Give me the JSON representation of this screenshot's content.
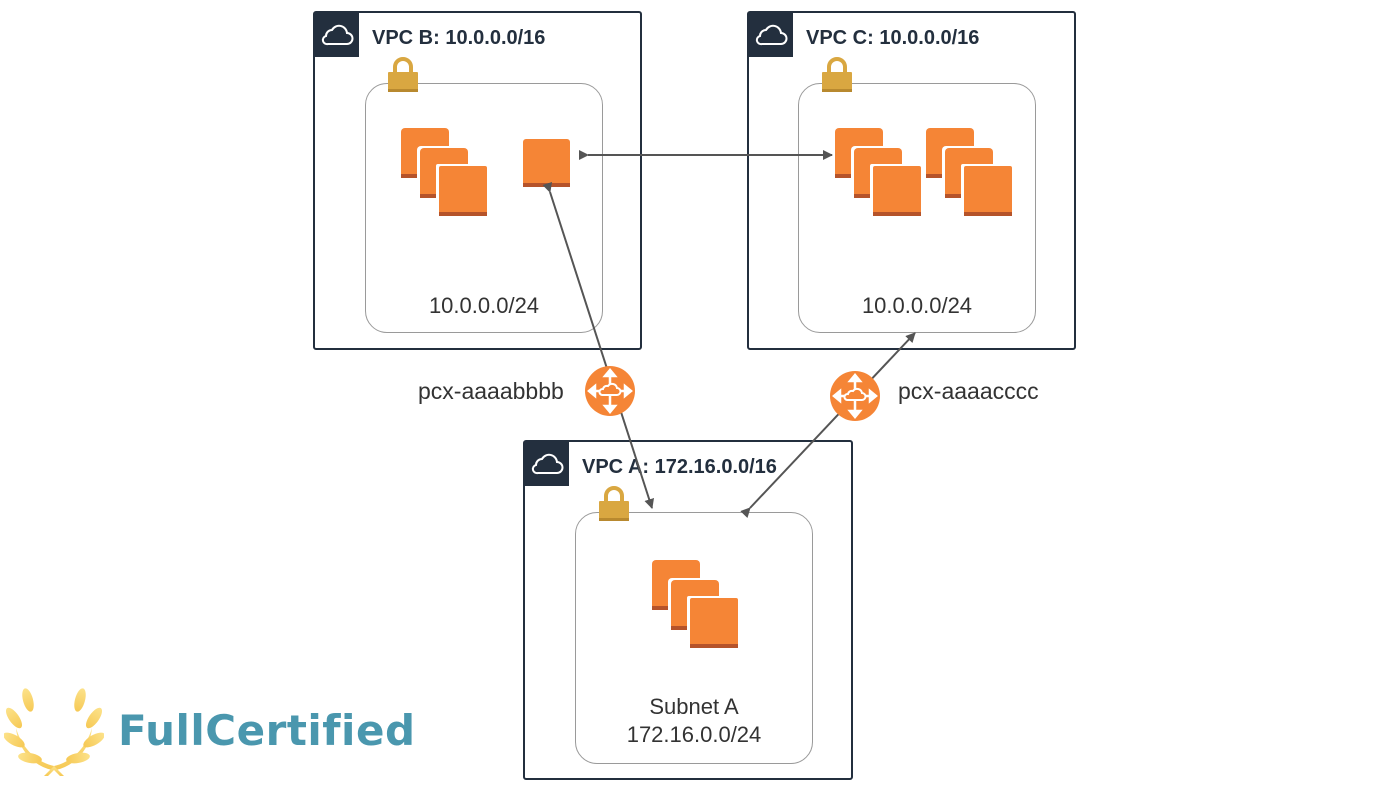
{
  "vpcs": {
    "b": {
      "title": "VPC B: 10.0.0.0/16",
      "subnet_label": "10.0.0.0/24"
    },
    "c": {
      "title": "VPC C: 10.0.0.0/16",
      "subnet_label": "10.0.0.0/24"
    },
    "a": {
      "title": "VPC A: 172.16.0.0/16",
      "subnet_name": "Subnet A",
      "subnet_label": "172.16.0.0/24"
    }
  },
  "peering": {
    "ab": {
      "label": "pcx-aaaabbbb"
    },
    "ac": {
      "label": "pcx-aaaacccc"
    }
  },
  "brand": {
    "name": "FullCertified"
  },
  "colors": {
    "vpc_border": "#232f3e",
    "ec2_orange": "#f58536",
    "lock_gold": "#d9a741",
    "brand_teal": "#4a97ae",
    "arrow": "#555555"
  }
}
